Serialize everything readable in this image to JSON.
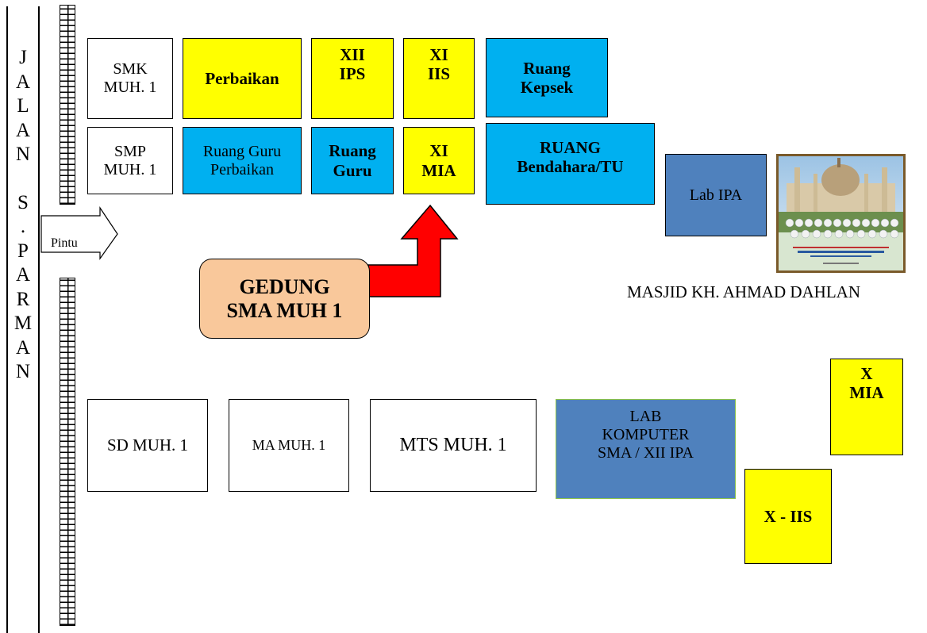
{
  "street": {
    "letters": [
      "J",
      "A",
      "L",
      "A",
      "N",
      "S",
      ".",
      "P",
      "A",
      "R",
      "M",
      "A",
      "N"
    ]
  },
  "entrance": {
    "label": "Pintu"
  },
  "rooms": {
    "smk": {
      "line1": "SMK",
      "line2": "MUH. 1"
    },
    "smp": {
      "line1": "SMP",
      "line2": "MUH. 1"
    },
    "perbaikan": {
      "line1": "Perbaikan"
    },
    "xii_ips": {
      "line1": "XII",
      "line2": "IPS"
    },
    "xi_iis": {
      "line1": "XI",
      "line2": "IIS"
    },
    "kepsek": {
      "line1": "Ruang",
      "line2": "Kepsek"
    },
    "ruang_guru_perbaikan": {
      "line1": "Ruang Guru",
      "line2": "Perbaikan"
    },
    "ruang_guru": {
      "line1": "Ruang",
      "line2": "Guru"
    },
    "xi_mia": {
      "line1": "XI",
      "line2": "MIA"
    },
    "bendahara": {
      "line1": "RUANG",
      "line2": "Bendahara/TU"
    },
    "lab_ipa": {
      "line1": "Lab IPA"
    },
    "sd": {
      "line1": "SD MUH. 1"
    },
    "ma": {
      "line1": "MA MUH. 1"
    },
    "mts": {
      "line1": "MTS MUH. 1"
    },
    "lab_komputer": {
      "line1": "LAB",
      "line2": "KOMPUTER",
      "line3": "SMA / XII IPA"
    },
    "x_mia": {
      "line1": "X",
      "line2": "MIA"
    },
    "x_iis": {
      "line1": "X - IIS"
    }
  },
  "gedung": {
    "line1": "GEDUNG",
    "line2": "SMA MUH 1"
  },
  "masjid": {
    "caption": "MASJID KH. AHMAD DAHLAN"
  },
  "colors": {
    "yellow": "#ffff00",
    "blue": "#00b0f0",
    "steel": "#4f81bd",
    "arrow_red": "#ff0000",
    "gedung_fill": "#f9c89b"
  }
}
